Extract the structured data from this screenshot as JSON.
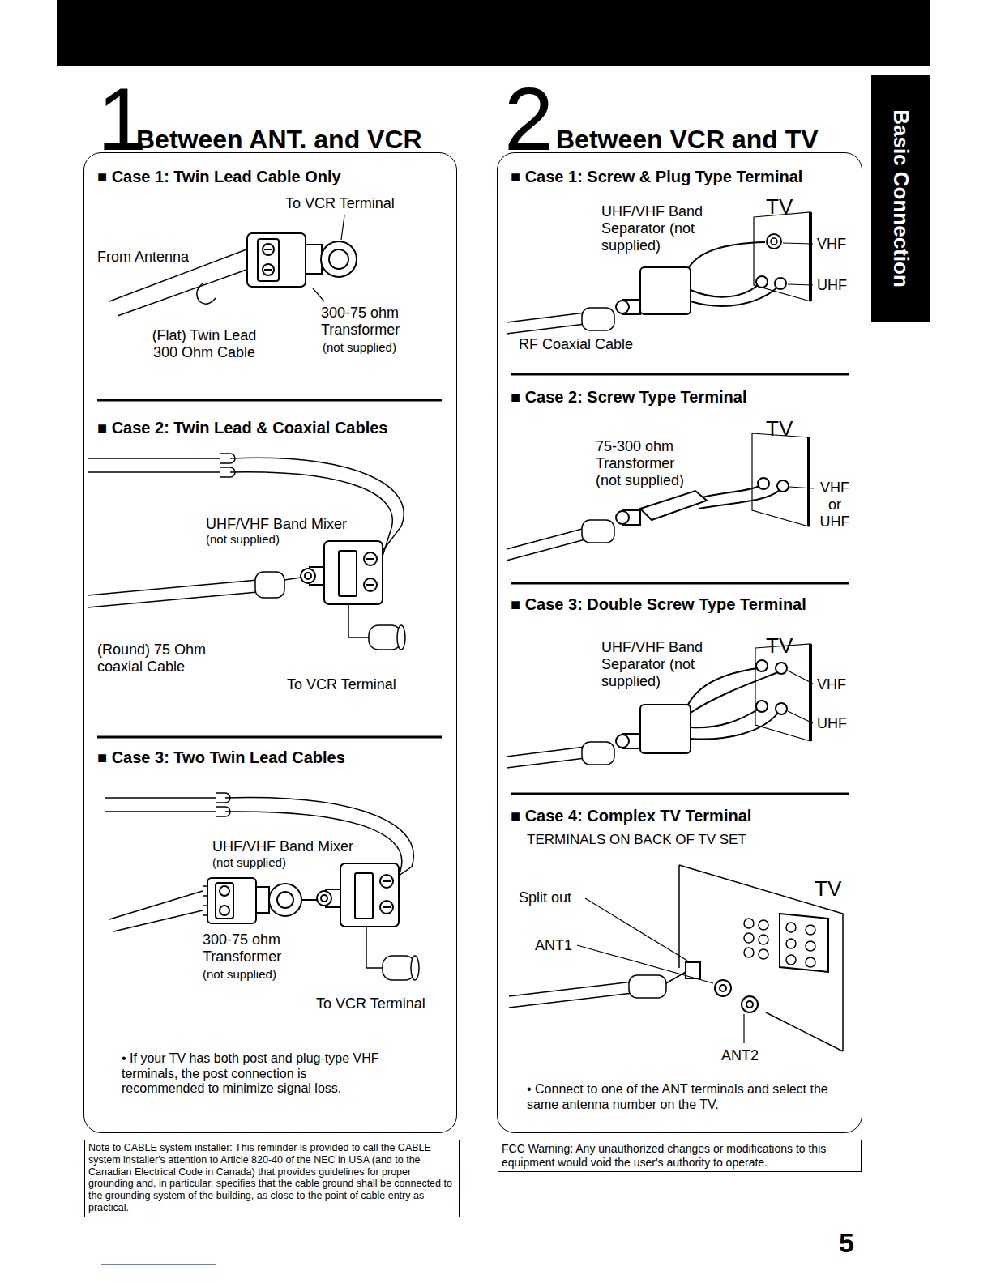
{
  "diagram": {
    "nodes": [
      {
        "text": [
          "1",
          "Between ANT. and VCR"
        ]
      },
      {
        "text": [
          "2",
          "Between VCR and TV"
        ]
      },
      {
        "text": [
          "Basic Connection"
        ]
      },
      {
        "text": [
          "Note to CABLE system installer: This reminder is provided to call the CABLE system installer's attention to Article 820-40 of the NEC in USA (and to the Canadian Electrical Code in Canada) that provides guidelines for proper grounding and, in particular, specifies that the cable ground shall be connected to the grounding system of the building, as close to the point of cable entry as practical."
        ]
      },
      {
        "text": [
          "FCC Warning: Any unauthorized changes or modifications to this equipment would void the user's authority to operate."
        ]
      }
    ],
    "labels": [
      "■ Case 1: Twin Lead Cable Only",
      "To VCR Terminal",
      "From Antenna",
      "300-75 ohm Transformer",
      "(not supplied)",
      "(Flat) Twin Lead 300 Ohm Cable",
      "■ Case 2: Twin Lead & Coaxial Cables",
      "UHF/VHF Band Mixer",
      "(not supplied)",
      "(Round) 75 Ohm coaxial Cable",
      "To VCR Terminal",
      "■ Case 3: Two Twin Lead Cables",
      "UHF/VHF Band Mixer",
      "(not supplied)",
      "300-75 ohm Transformer",
      "(not supplied)",
      "To VCR Terminal",
      "• If your TV has both post and plug-type VHF terminals, the post connection is recommended to minimize signal loss.",
      "■ Case 1: Screw & Plug Type Terminal",
      "UHF/VHF Band Separator (not supplied)",
      "TV",
      "VHF",
      "UHF",
      "RF Coaxial Cable",
      "■ Case 2: Screw Type Terminal",
      "75-300 ohm Transformer (not supplied)",
      "TV",
      "VHF or UHF",
      "■ Case 3: Double Screw Type Terminal",
      "UHF/VHF Band Separator (not supplied)",
      "TV",
      "VHF",
      "UHF",
      "■ Case 4: Complex TV Terminal",
      "TERMINALS ON BACK OF TV SET",
      "TV",
      "Split out",
      "ANT1",
      "ANT2",
      "• Connect to one of the ANT terminals and select the same antenna number on the TV.",
      "5"
    ]
  }
}
